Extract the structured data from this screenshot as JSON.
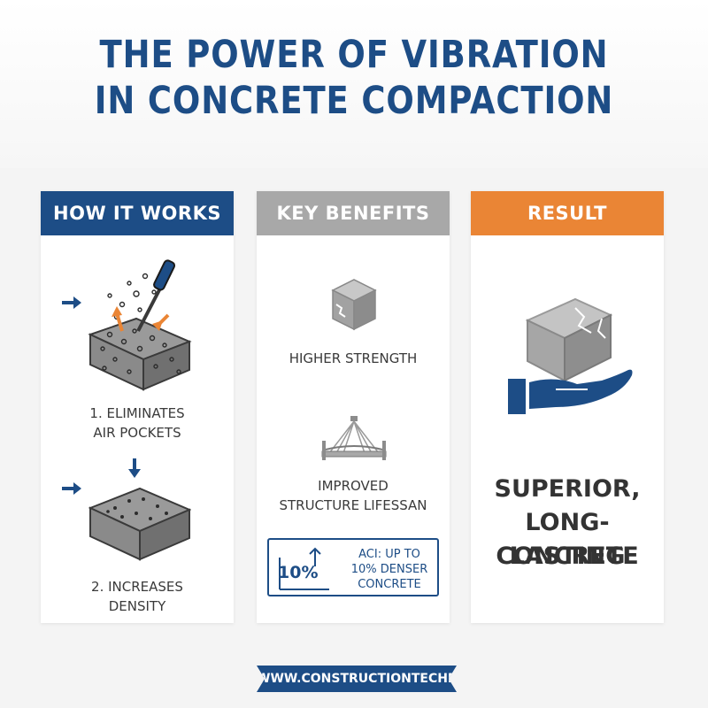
{
  "title": {
    "line1": "THE POWER OF VIBRATION",
    "line2": "IN CONCRETE COMPACTION"
  },
  "panels": {
    "how_it_works": {
      "header": "HOW IT WORKS",
      "step1_line1": "1. ELIMINATES",
      "step1_line2": "AIR POCKETS",
      "step2_line1": "2. INCREASES",
      "step2_line2": "DENSITY"
    },
    "key_benefits": {
      "header": "KEY BENEFITS",
      "benefit1": "HIGHER STRENGTH",
      "benefit2_line1": "IMPROVED",
      "benefit2_line2": "STRUCTURE LIFESSAN",
      "aci_percent": "10%",
      "aci_line1": "ACI: UP TO",
      "aci_line2": "10% DENSER",
      "aci_line3": "CONCRETE"
    },
    "result": {
      "header": "RESULT",
      "line1": "SUPERIOR,",
      "line2": "LONG-LASTING",
      "line3": "CONCRETE"
    }
  },
  "footer": "WWW.CONSTRUCTIONTECHBLOG.COM",
  "colors": {
    "brand_blue": "#1d4d86",
    "gray": "#a8a8a8",
    "orange": "#ea8535"
  },
  "icons": [
    "vibrator-concrete-icon",
    "arrow-right-icon",
    "arrow-down-icon",
    "dense-block-icon",
    "cracked-cube-icon",
    "bridge-icon",
    "trend-up-icon",
    "hand-holding-block-icon"
  ]
}
